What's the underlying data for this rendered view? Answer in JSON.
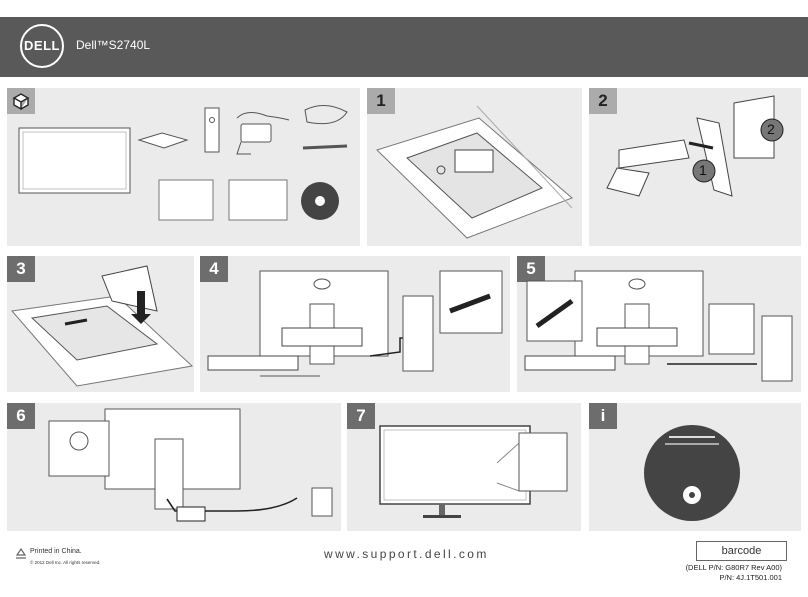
{
  "header": {
    "brand": "DELL",
    "model": "Dell™S2740L"
  },
  "steps": [
    {
      "id": "box",
      "label": ""
    },
    {
      "id": "1",
      "label": "1"
    },
    {
      "id": "2",
      "label": "2"
    },
    {
      "id": "3",
      "label": "3"
    },
    {
      "id": "4",
      "label": "4"
    },
    {
      "id": "5",
      "label": "5"
    },
    {
      "id": "6",
      "label": "6"
    },
    {
      "id": "7",
      "label": "7"
    },
    {
      "id": "i",
      "label": "i"
    }
  ],
  "callouts": {
    "one": "1",
    "two": "2"
  },
  "footer": {
    "printed": "Printed in China.",
    "copyright": "© 2012 Dell Inc. All rights reserved.",
    "url": "www.support.dell.com",
    "barcode": "barcode",
    "dell_pn": "(DELL P/N: G80R7 Rev A00)",
    "pn": "P/N: 4J.1T501.001"
  }
}
